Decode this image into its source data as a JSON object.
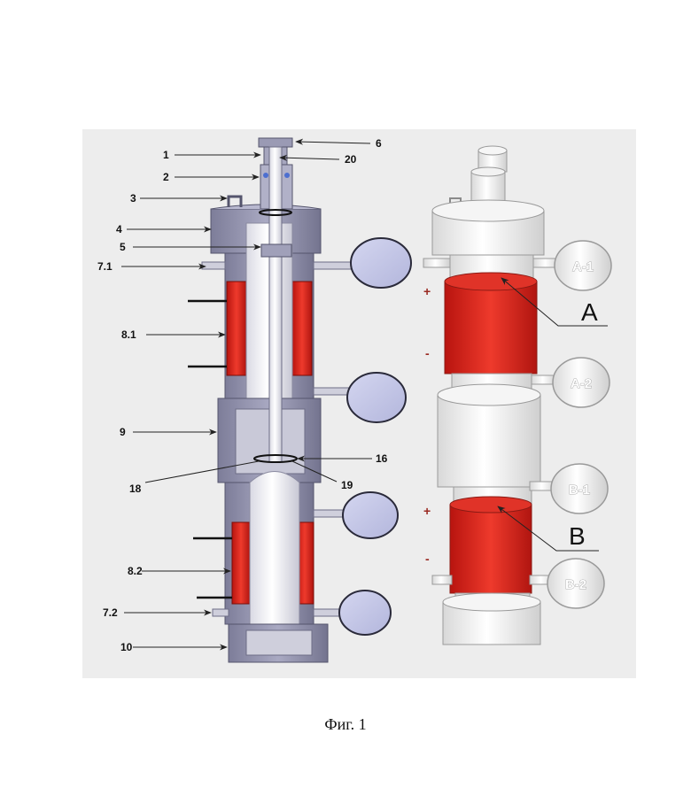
{
  "figure": {
    "caption": "Фиг. 1",
    "section_view": {
      "part_labels": [
        "1",
        "2",
        "3",
        "4",
        "5",
        "6",
        "20",
        "7.1",
        "8.1",
        "9",
        "16",
        "18",
        "19",
        "8.2",
        "7.2",
        "10"
      ]
    },
    "exterior_view": {
      "gauge_labels": [
        "A-1",
        "A-2",
        "B-1",
        "B-2"
      ],
      "zone_labels": [
        "A",
        "B"
      ],
      "polarity_signs": [
        "+",
        "-",
        "+",
        "-"
      ]
    },
    "colors": {
      "background_panel": "#ededed",
      "body_gray": "#8a8aa6",
      "heater_red": "#e0281e",
      "gauge_face": "#c6c8e6",
      "white_part": "#f4f4f4"
    }
  }
}
